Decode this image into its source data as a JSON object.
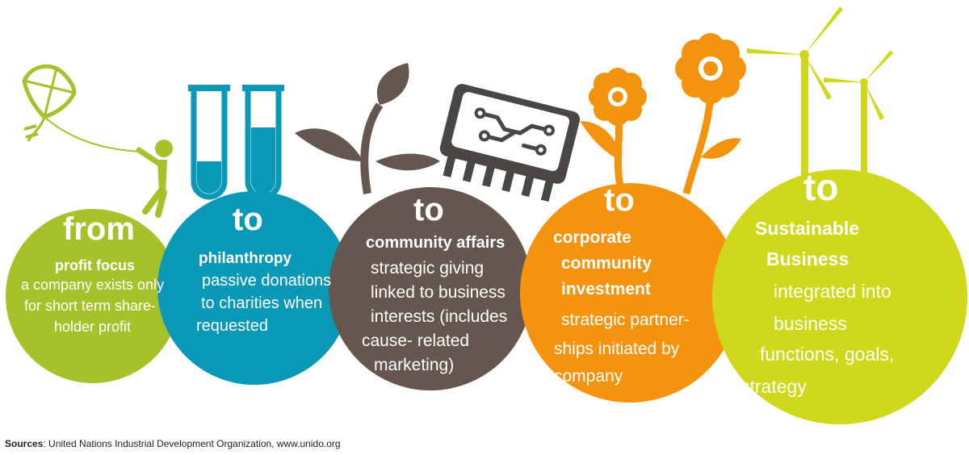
{
  "colors": {
    "green": "#a6c22b",
    "blue": "#0a98b7",
    "brown": "#665650",
    "orange": "#f4930d",
    "yellow": "#cfd81a",
    "chip": "#4a4643"
  },
  "stages": [
    {
      "id": "profit",
      "big": "from",
      "heading": [
        "profit focus"
      ],
      "desc": [
        "a company exists only",
        "for short term share-",
        "holder profit"
      ],
      "icon": "kite-flyer-icon"
    },
    {
      "id": "philanthropy",
      "big": "to",
      "heading": [
        "philanthropy"
      ],
      "desc": [
        "passive donations",
        "to charities when",
        "requested"
      ],
      "icon": "test-tubes-icon"
    },
    {
      "id": "community-affairs",
      "big": "to",
      "heading": [
        "community affairs"
      ],
      "desc": [
        "strategic giving",
        "linked to business",
        "interests (includes",
        "cause- related",
        "marketing)"
      ],
      "icon": "sprout-icon"
    },
    {
      "id": "community-investment",
      "big": "to",
      "heading": [
        "corporate",
        "community",
        "investment"
      ],
      "desc": [
        "strategic partner-",
        "ships initiated by",
        "company"
      ],
      "icon": "flowers-icon"
    },
    {
      "id": "sustainable",
      "big": "to",
      "heading": [
        "Sustainable",
        "Business"
      ],
      "desc": [
        "integrated into",
        "business",
        "functions, goals,",
        "strategy"
      ],
      "icon": "wind-turbines-icon"
    }
  ],
  "sources": {
    "label": "Sources",
    "text": ": United Nations Industrial Development Organization, www.unido.org"
  }
}
